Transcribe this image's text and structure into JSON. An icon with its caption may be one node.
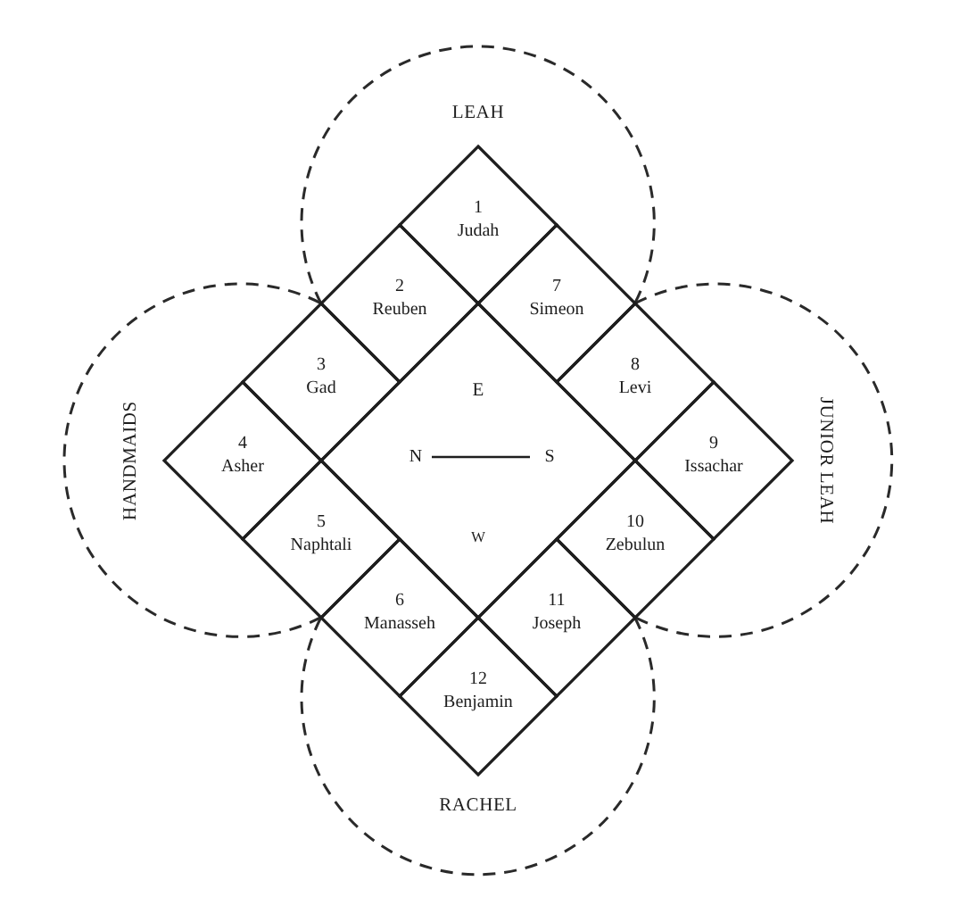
{
  "diagram": {
    "nodes": [
      {
        "text": [
          "LEAH"
        ]
      },
      {
        "text": [
          "HANDMAIDS"
        ]
      },
      {
        "text": [
          "JUNIOR LEAH"
        ]
      },
      {
        "text": [
          "RACHEL"
        ]
      },
      {
        "text": [
          "1",
          "Judah"
        ],
        "in": 0
      },
      {
        "text": [
          "2",
          "Reuben"
        ]
      },
      {
        "text": [
          "3",
          "Gad"
        ]
      },
      {
        "text": [
          "4",
          "Asher"
        ],
        "in": 1
      },
      {
        "text": [
          "5",
          "Naphtali"
        ]
      },
      {
        "text": [
          "6",
          "Manasseh"
        ]
      },
      {
        "text": [
          "7",
          "Simeon"
        ]
      },
      {
        "text": [
          "8",
          "Levi"
        ]
      },
      {
        "text": [
          "9",
          "Issachar"
        ],
        "in": 2
      },
      {
        "text": [
          "10",
          "Zebulun"
        ]
      },
      {
        "text": [
          "11",
          "Joseph"
        ]
      },
      {
        "text": [
          "12",
          "Benjamin"
        ],
        "in": 3
      },
      {
        "text": [
          "E",
          "N",
          "S",
          "W"
        ]
      }
    ]
  }
}
